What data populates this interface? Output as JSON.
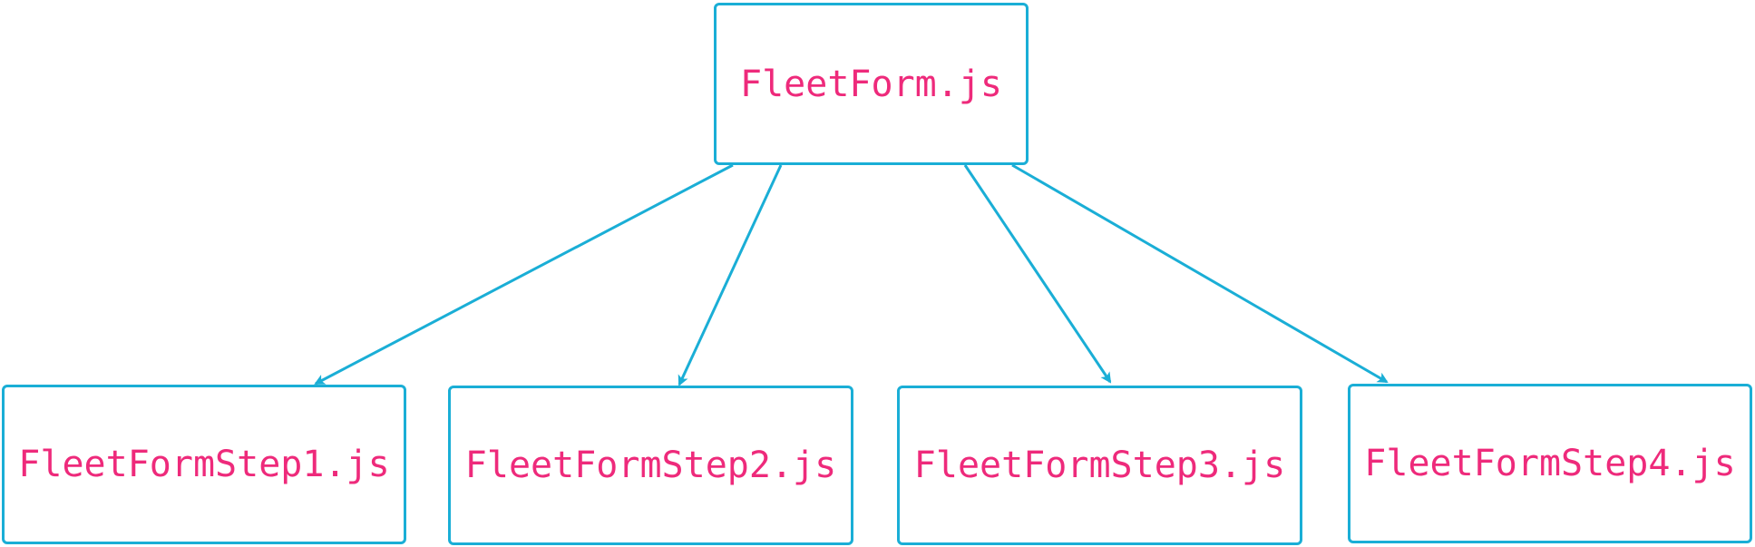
{
  "colors": {
    "border": "#1aaed6",
    "edge": "#1aaed6",
    "label": "#ee2a7b"
  },
  "nodes": {
    "root": {
      "label": "FleetForm.js"
    },
    "step1": {
      "label": "FleetFormStep1.js"
    },
    "step2": {
      "label": "FleetFormStep2.js"
    },
    "step3": {
      "label": "FleetFormStep3.js"
    },
    "step4": {
      "label": "FleetFormStep4.js"
    }
  },
  "edges": [
    {
      "from": "root",
      "to": "step1"
    },
    {
      "from": "root",
      "to": "step2"
    },
    {
      "from": "root",
      "to": "step3"
    },
    {
      "from": "root",
      "to": "step4"
    }
  ]
}
